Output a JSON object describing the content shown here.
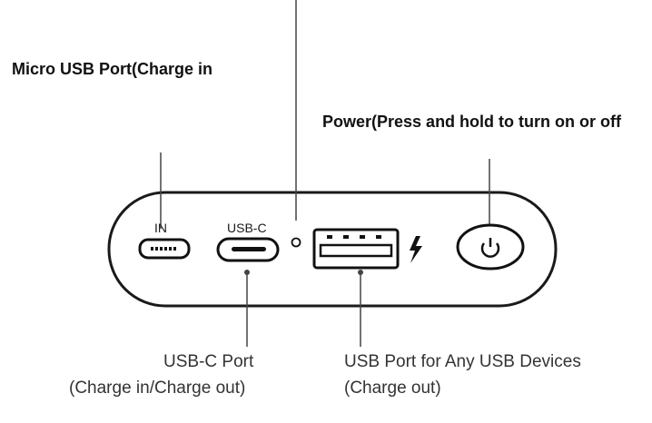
{
  "labels": {
    "micro_usb": "Micro USB Port(Charge in",
    "power": "Power(Press and hold to turn on or off",
    "usbc_port": "USB-C Port",
    "usbc_sub": "(Charge in/Charge out)",
    "usb_port": "USB Port for Any USB Devices",
    "usb_sub": "(Charge out)"
  },
  "device": {
    "in_label": "IN",
    "usbc_label": "USB-C"
  },
  "icons": {
    "lightning": "lightning-icon",
    "power": "power-icon"
  }
}
